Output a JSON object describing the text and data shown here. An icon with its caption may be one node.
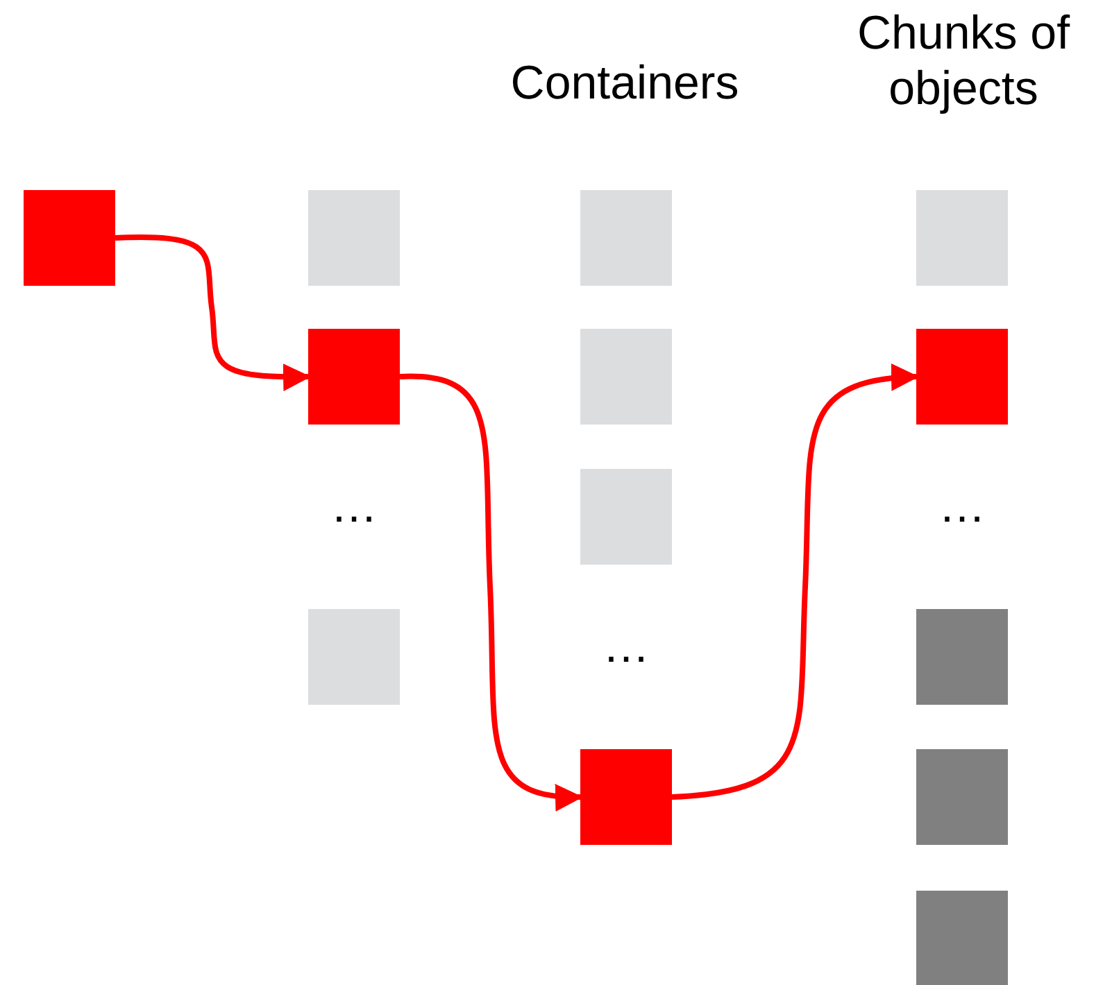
{
  "diagram": {
    "nodes": [
      {
        "text": [],
        "shape": "box"
      },
      {
        "text": [],
        "shape": "box"
      },
      {
        "text": [],
        "shape": "box"
      },
      {
        "text": [],
        "shape": "box"
      },
      {
        "text": [],
        "shape": "box"
      },
      {
        "text": [],
        "shape": "box"
      },
      {
        "text": [],
        "shape": "box"
      },
      {
        "text": [],
        "shape": "box"
      },
      {
        "text": [],
        "shape": "box"
      },
      {
        "text": [],
        "shape": "box"
      },
      {
        "text": [],
        "shape": "box"
      },
      {
        "text": [],
        "shape": "box"
      },
      {
        "text": [],
        "shape": "box"
      }
    ],
    "edges": [
      {
        "from": 0,
        "to": 2,
        "arrow": "to"
      },
      {
        "from": 2,
        "to": 7,
        "arrow": "to"
      },
      {
        "from": 7,
        "to": 9,
        "arrow": "to"
      }
    ],
    "labels": [
      "Chunks of objects",
      "Containers",
      "…",
      "…",
      "…"
    ]
  }
}
